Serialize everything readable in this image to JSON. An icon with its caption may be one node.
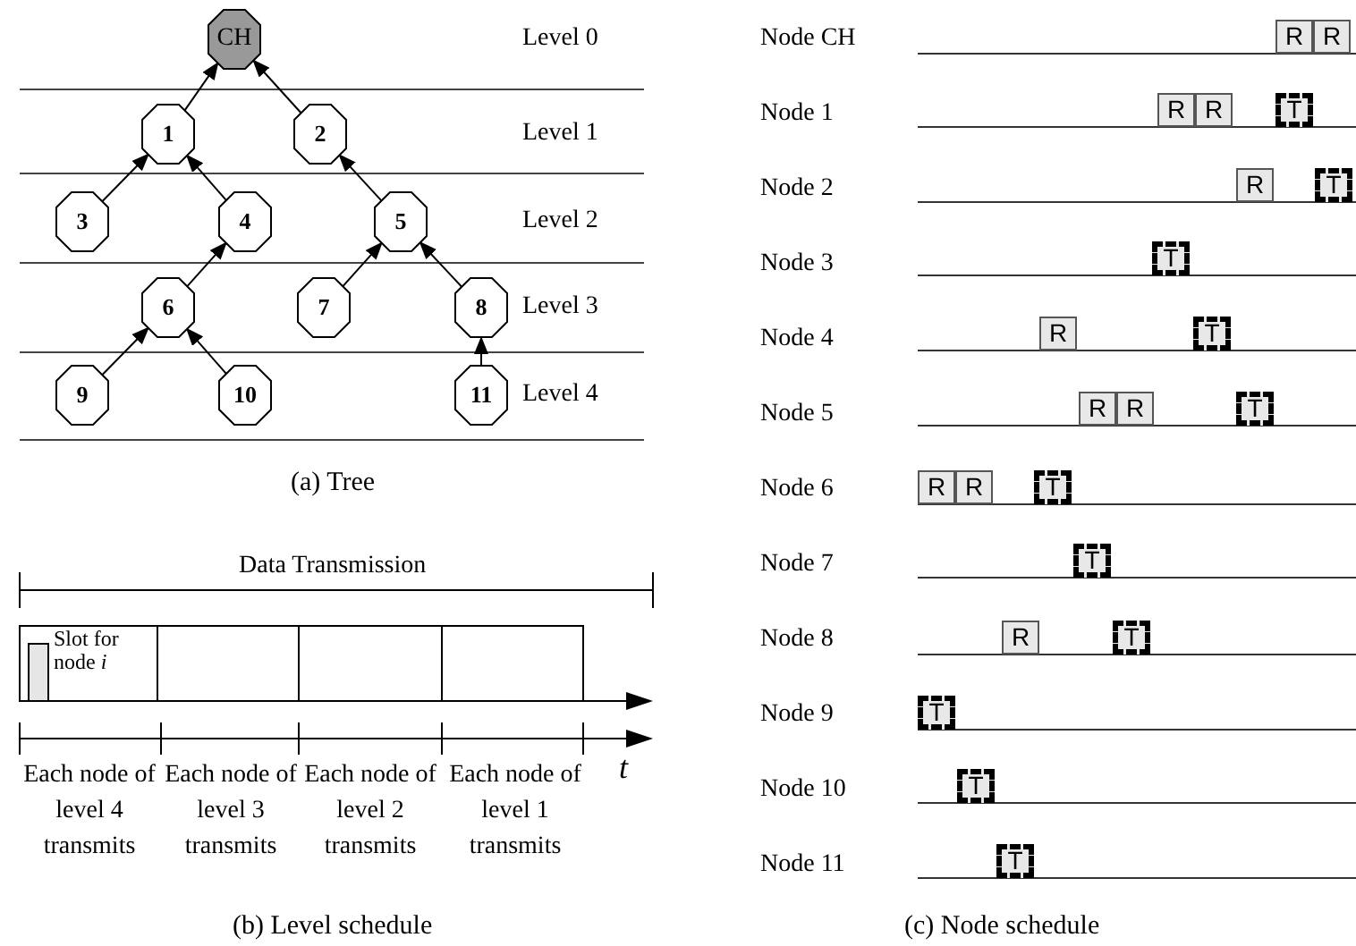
{
  "diagram": {
    "nodes": [
      {
        "text": [
          "CH"
        ]
      },
      {
        "text": [
          "1"
        ]
      },
      {
        "text": [
          "2"
        ]
      },
      {
        "text": [
          "3"
        ]
      },
      {
        "text": [
          "4"
        ]
      },
      {
        "text": [
          "5"
        ]
      },
      {
        "text": [
          "6"
        ]
      },
      {
        "text": [
          "7"
        ]
      },
      {
        "text": [
          "8"
        ]
      },
      {
        "text": [
          "9"
        ]
      },
      {
        "text": [
          "10"
        ]
      },
      {
        "text": [
          "11"
        ]
      },
      {
        "text": [
          "R"
        ]
      },
      {
        "text": [
          "R"
        ]
      },
      {
        "text": [
          "R"
        ]
      },
      {
        "text": [
          "R"
        ]
      },
      {
        "text": [
          "T"
        ]
      },
      {
        "text": [
          "R"
        ]
      },
      {
        "text": [
          "T"
        ]
      },
      {
        "text": [
          "T"
        ]
      },
      {
        "text": [
          "R"
        ]
      },
      {
        "text": [
          "T"
        ]
      },
      {
        "text": [
          "R"
        ]
      },
      {
        "text": [
          "R"
        ]
      },
      {
        "text": [
          "T"
        ]
      },
      {
        "text": [
          "R"
        ]
      },
      {
        "text": [
          "R"
        ]
      },
      {
        "text": [
          "T"
        ]
      },
      {
        "text": [
          "T"
        ]
      },
      {
        "text": [
          "R"
        ]
      },
      {
        "text": [
          "T"
        ]
      },
      {
        "text": [
          "T"
        ]
      },
      {
        "text": [
          "T"
        ]
      },
      {
        "text": [
          "T"
        ]
      }
    ],
    "edges": [
      {
        "from": 1,
        "to": 0,
        "arrow": "to"
      },
      {
        "from": 2,
        "to": 0,
        "arrow": "to"
      },
      {
        "from": 3,
        "to": 1,
        "arrow": "to"
      },
      {
        "from": 4,
        "to": 1,
        "arrow": "to"
      },
      {
        "from": 5,
        "to": 2,
        "arrow": "to"
      },
      {
        "from": 6,
        "to": 4,
        "arrow": "to"
      },
      {
        "from": 7,
        "to": 5,
        "arrow": "to"
      },
      {
        "from": 8,
        "to": 5,
        "arrow": "to"
      },
      {
        "from": 9,
        "to": 6,
        "arrow": "to"
      },
      {
        "from": 10,
        "to": 6,
        "arrow": "to"
      },
      {
        "from": 11,
        "to": 8,
        "arrow": "to"
      }
    ],
    "labels": [
      "Level 0",
      "Level 1",
      "Level 2",
      "Level 3",
      "Level 4",
      "(a) Tree",
      "Data Transmission",
      "Slot for node *i*",
      "Each node of level 4 transmits",
      "Each node of level 3 transmits",
      "Each node of level 2 transmits",
      "Each node of level 1 transmits",
      "t",
      "(b) Level schedule",
      "Node CH",
      "Node 1",
      "Node 2",
      "Node 3",
      "Node 4",
      "Node 5",
      "Node 6",
      "Node 7",
      "Node 8",
      "Node 9",
      "Node 10",
      "Node 11",
      "(c) Node schedule"
    ]
  }
}
